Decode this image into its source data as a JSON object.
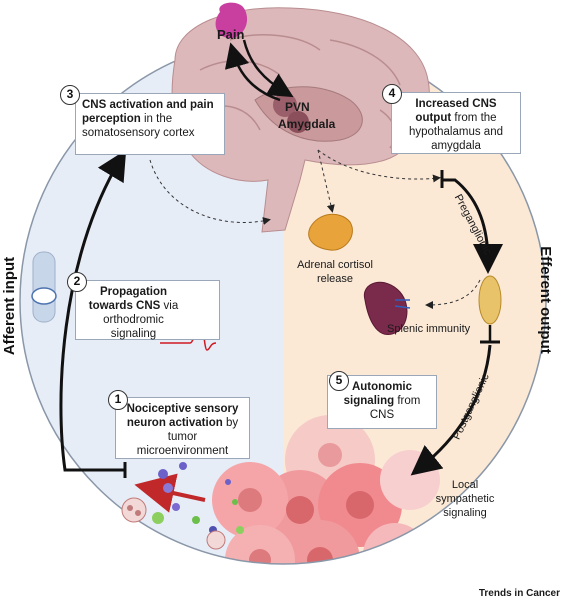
{
  "labels": {
    "pain": "Pain",
    "pvn": "PVN",
    "amygdala": "Amygdala",
    "adrenal": [
      "Adrenal cortisol",
      "release"
    ],
    "splenic": "Splenic immunity",
    "preganglionic": "Preganglionic",
    "postganglionic": "Postganglionic",
    "local": [
      "Local",
      "sympathetic",
      "signaling"
    ],
    "afferent": "Afferent input",
    "efferent": "Efferent output"
  },
  "steps": [
    {
      "num": "1",
      "bold": "Nociceptive sensory neuron activation",
      "rest": " by tumor microenvironment"
    },
    {
      "num": "2",
      "bold": "Propagation towards CNS",
      "rest": " via orthodromic signaling"
    },
    {
      "num": "3",
      "bold": "CNS activation and pain perception",
      "rest": " in the somatosensory cortex"
    },
    {
      "num": "4",
      "bold": "Increased CNS output",
      "rest": " from the hypothalamus and amygdala"
    },
    {
      "num": "5",
      "bold": "Autonomic signaling",
      "rest": " from CNS"
    }
  ],
  "footer": "Trends in Cancer",
  "colors": {
    "left_bg": "#e6edf7",
    "right_bg": "#fbe9d6",
    "brain": "#d9b3b5",
    "pain_spot": "#c83fa0",
    "tumor": "#f08a8f",
    "arrow_red": "#c0282a",
    "adrenal": "#e8a33a",
    "spleen": "#7a2a4a"
  }
}
